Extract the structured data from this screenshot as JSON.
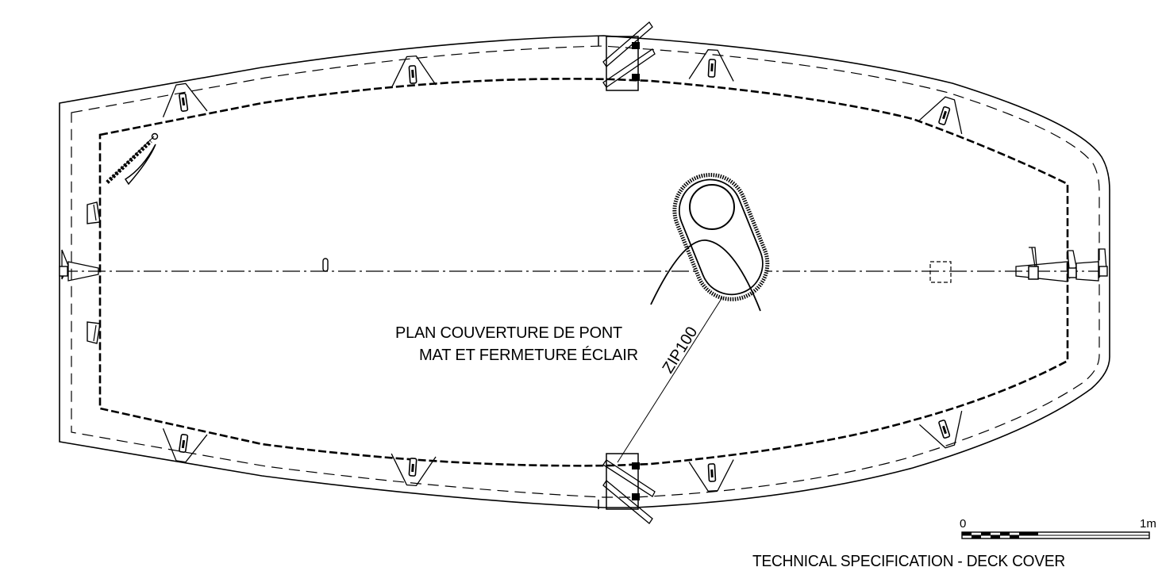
{
  "drawing": {
    "plan_title_line1": "PLAN COUVERTURE DE PONT",
    "plan_title_line2": "MAT ET FERMETURE ÉCLAIR",
    "zip_label": "ZIP100",
    "footer_title": "TECHNICAL SPECIFICATION -  DECK COVER"
  },
  "scale_bar": {
    "start_label": "0",
    "end_label": "1m"
  },
  "colors": {
    "ink": "#000000",
    "paper": "#ffffff"
  }
}
